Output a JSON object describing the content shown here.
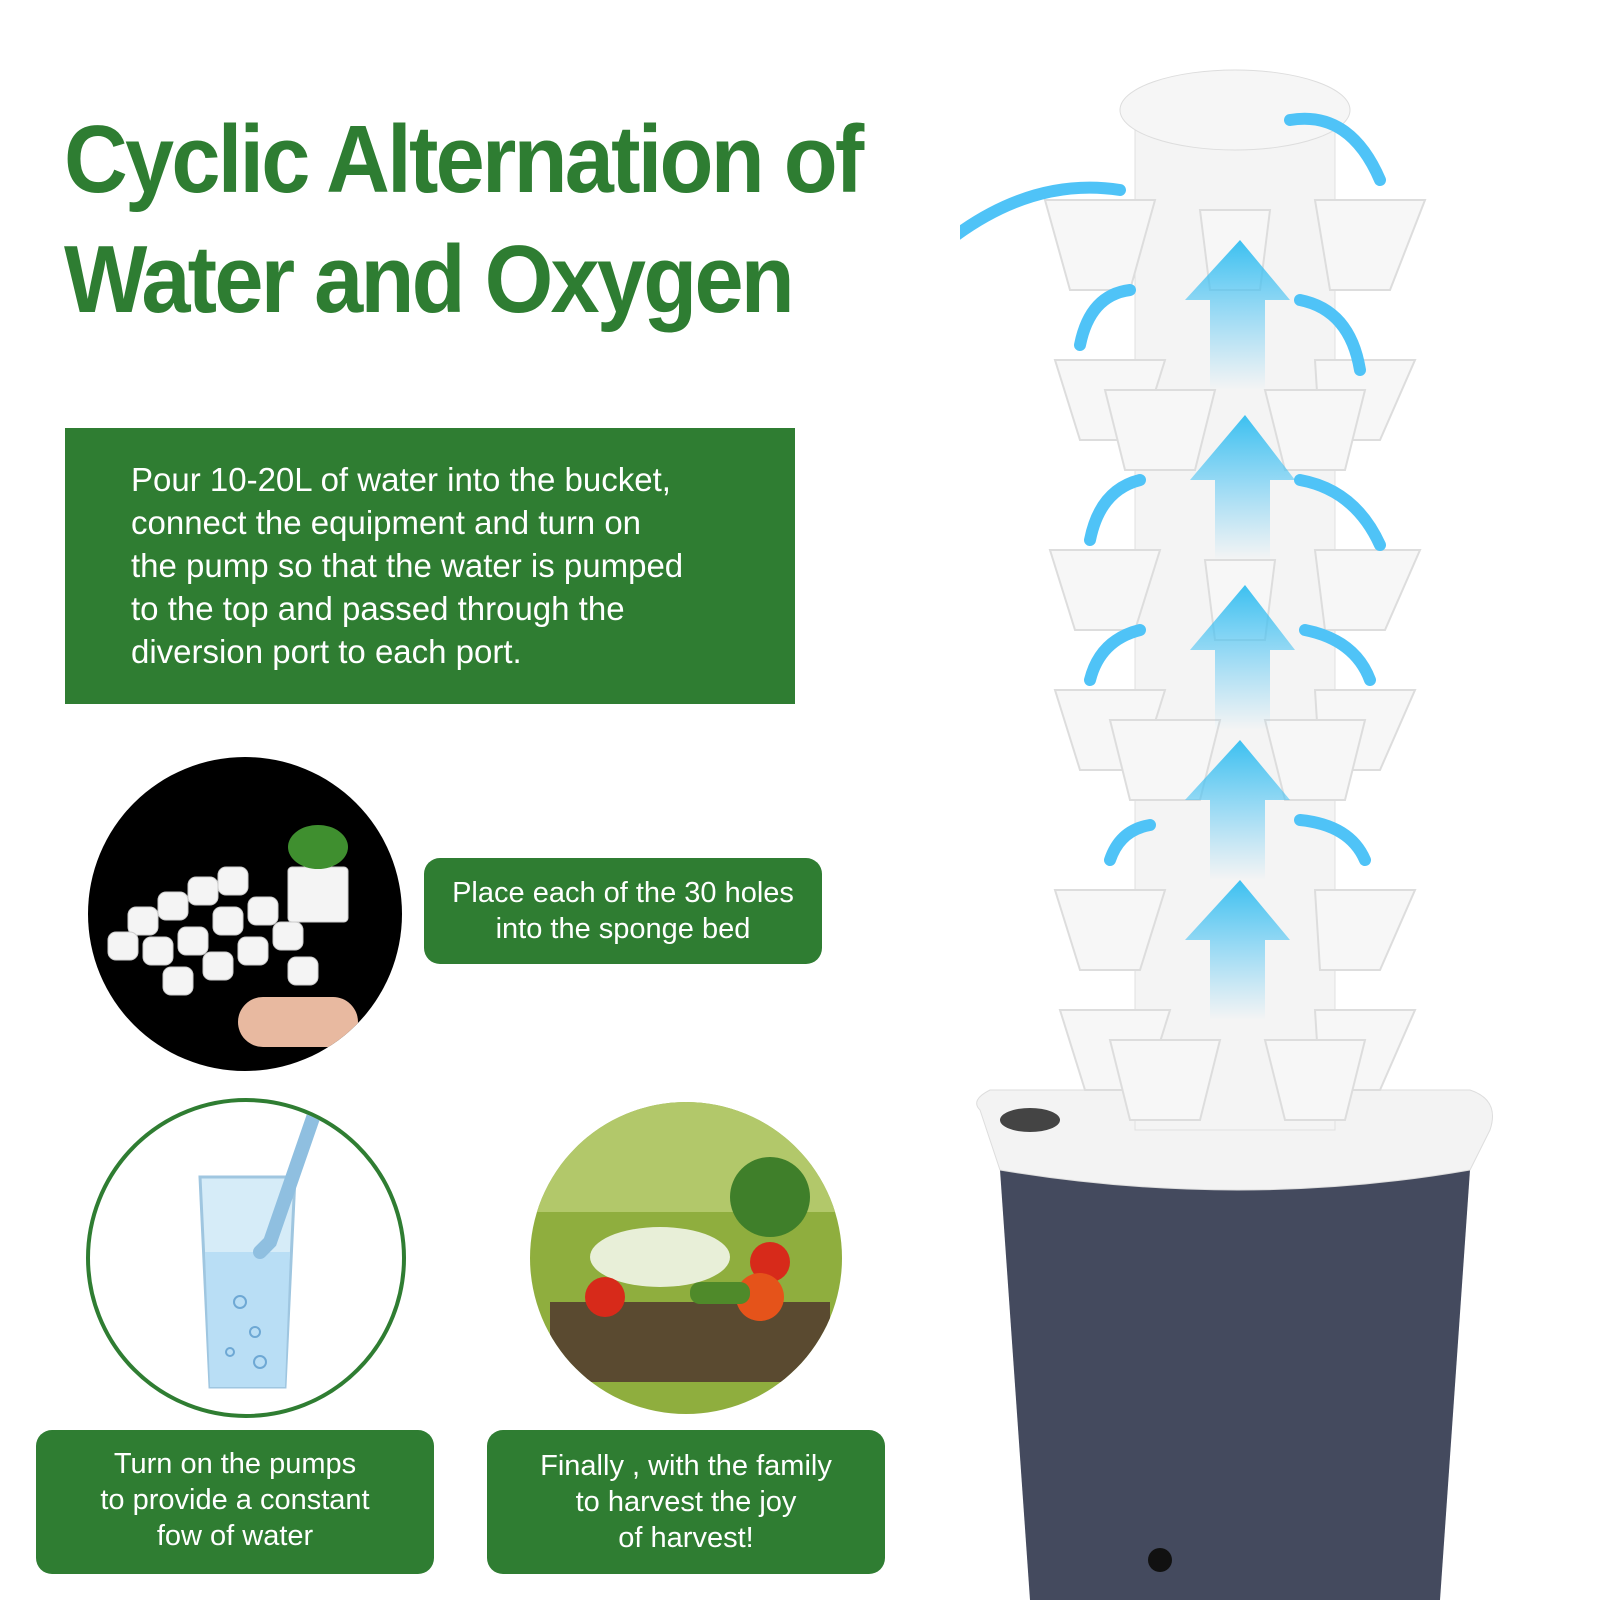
{
  "title": {
    "line1": "Cyclic Alternation of",
    "line2": "Water and Oxygen"
  },
  "intro": {
    "lines": [
      "Pour 10-20L of water into the bucket,",
      "connect the equipment and turn on",
      "the pump so that the water is pumped",
      "to the top and passed through the",
      "diversion port to each port."
    ]
  },
  "steps": [
    {
      "lines": [
        "Place each of the 30 holes",
        "into the sponge bed"
      ]
    },
    {
      "lines": [
        "Turn on the pumps",
        "to provide a constant",
        "fow of water"
      ]
    },
    {
      "lines": [
        "Finally , with the family",
        "to harvest the joy",
        "of harvest!"
      ]
    }
  ],
  "colors": {
    "brand_green": "#2f7d32",
    "arrow_blue": "#4fc3f7",
    "bucket": "#444a5e"
  }
}
